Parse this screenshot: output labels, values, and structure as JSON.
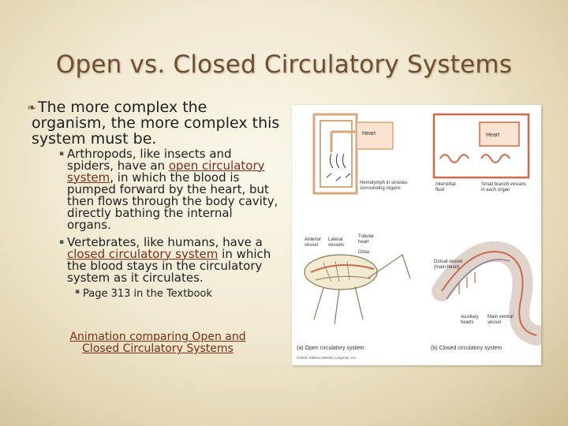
{
  "slide": {
    "title": "Open vs. Closed Circulatory Systems",
    "bullet1": "The more complex the organism, the more complex this system must be.",
    "sub1": {
      "text_before": "Arthropods, like insects and spiders, have an ",
      "link": "open circulatory system",
      "text_after": ", in which the blood is pumped forward by the heart, but then flows through the body cavity, directly bathing the internal organs."
    },
    "sub2": {
      "text_before": "Vertebrates, like humans, have a ",
      "link": "closed circulatory system",
      "text_after": " in which the blood stays in the circulatory system as it circulates."
    },
    "subsub": "Page 313 in the Textbook",
    "animation_link": "Animation comparing Open and Closed Circulatory Systems",
    "bullet_glyph": "❧",
    "dot_glyph": "▪"
  },
  "figure": {
    "heart_left": "Heart",
    "heart_right": "Heart",
    "hemolymph": "Hemolymph in sinuses surrounding organs",
    "interstitial": "Interstitial fluid",
    "small_branch": "Small branch vessels in each organ",
    "anterior_vessel": "Anterior vessel",
    "lateral_vessels": "Lateral vessels",
    "tubular_heart": "Tubular heart",
    "ostia": "Ostia",
    "dorsal_vessel": "Dorsal vessel (main heart)",
    "auxiliary_hearts": "Auxiliary hearts",
    "main_ventral": "Main ventral vessel",
    "caption_a": "(a) Open circulatory system",
    "caption_b": "(b) Closed circulatory system",
    "copyright": "©2003 Addison Wesley Longman, Inc.",
    "colors": {
      "frame": "#d9a77c",
      "heart_box": "#fbe3cf",
      "vessel": "#c96b4a",
      "worm": "#e8dcd6"
    }
  }
}
